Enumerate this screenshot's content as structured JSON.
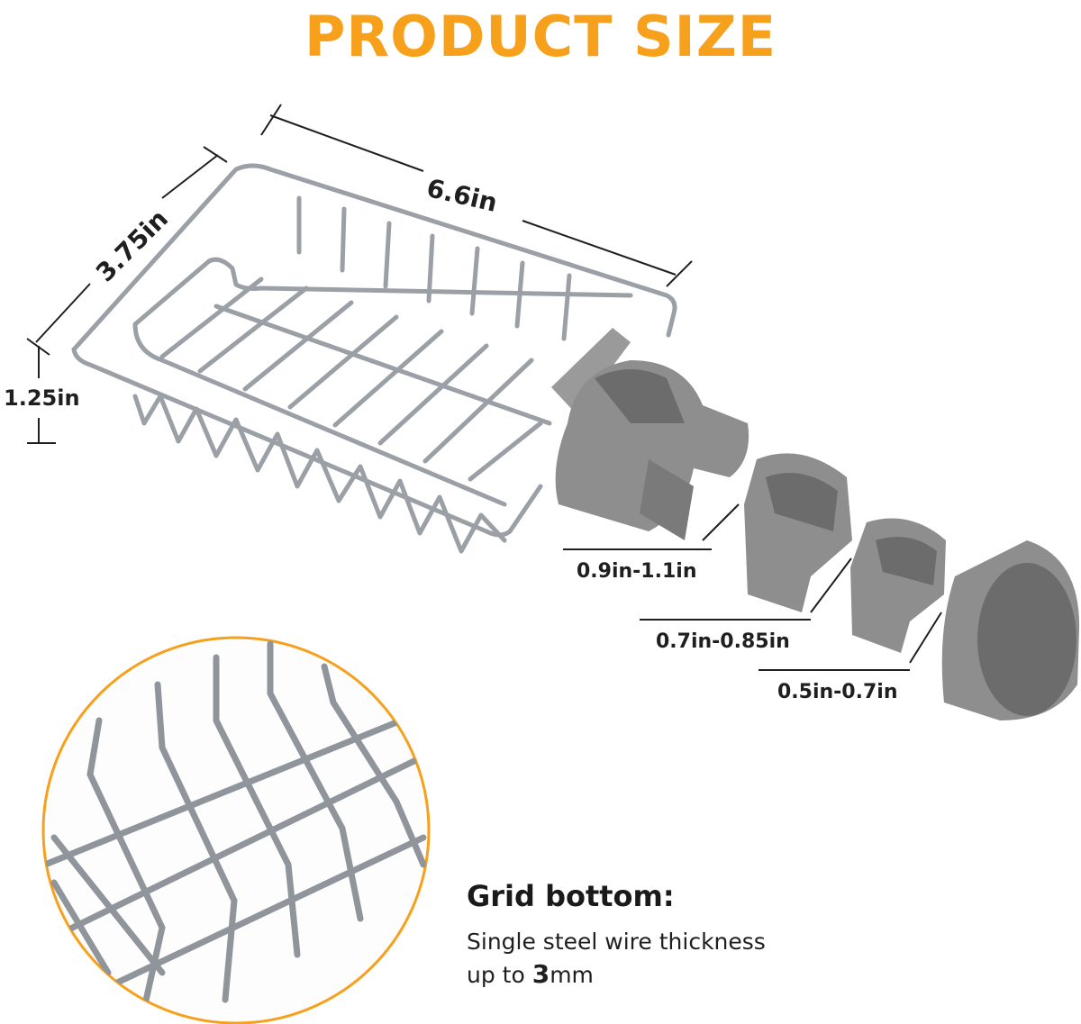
{
  "title": "PRODUCT SIZE",
  "dimensions": {
    "length": "6.6in",
    "width": "3.75in",
    "height": "1.25in",
    "adapter_large": "0.9in-1.1in",
    "adapter_medium": "0.7in-0.85in",
    "adapter_small": "0.5in-0.7in"
  },
  "grid": {
    "heading": "Grid bottom:",
    "line1": "Single steel wire thickness",
    "line2_prefix": "up to ",
    "line2_value": "3",
    "line2_unit": "mm"
  },
  "colors": {
    "accent": "#f7a01b",
    "wire": "#9aa0a6",
    "plastic": "#8e8e8e",
    "plastic_dark": "#6c6c6c",
    "text": "#1f1f1f"
  }
}
